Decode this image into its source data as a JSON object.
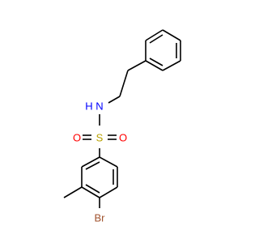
{
  "colors": {
    "background": "#ffffff",
    "bond": "#000000",
    "sulfur": "#b8a100",
    "oxygen": "#ff0000",
    "nitrogen": "#0000ff",
    "bromine": "#a0522d"
  },
  "atoms": {
    "nh": "H",
    "n": "N",
    "o_left": "O",
    "s": "S",
    "o_right": "O",
    "br": "Br"
  }
}
